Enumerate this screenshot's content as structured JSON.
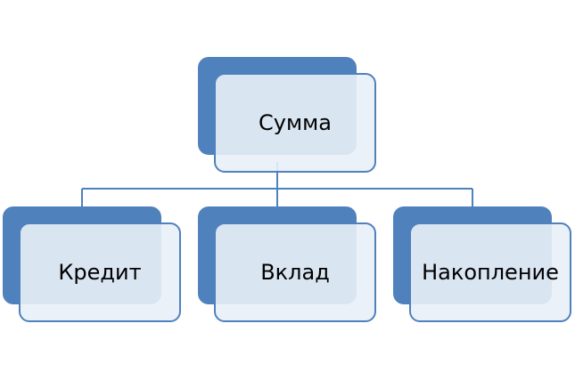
{
  "diagram": {
    "root": {
      "label": "Сумма"
    },
    "children": [
      {
        "label": "Кредит"
      },
      {
        "label": "Вклад"
      },
      {
        "label": "Накопление"
      }
    ],
    "colors": {
      "accent": "#4f81bd",
      "box_fill": "#e9eff7",
      "connector": "#4f81bd"
    }
  }
}
